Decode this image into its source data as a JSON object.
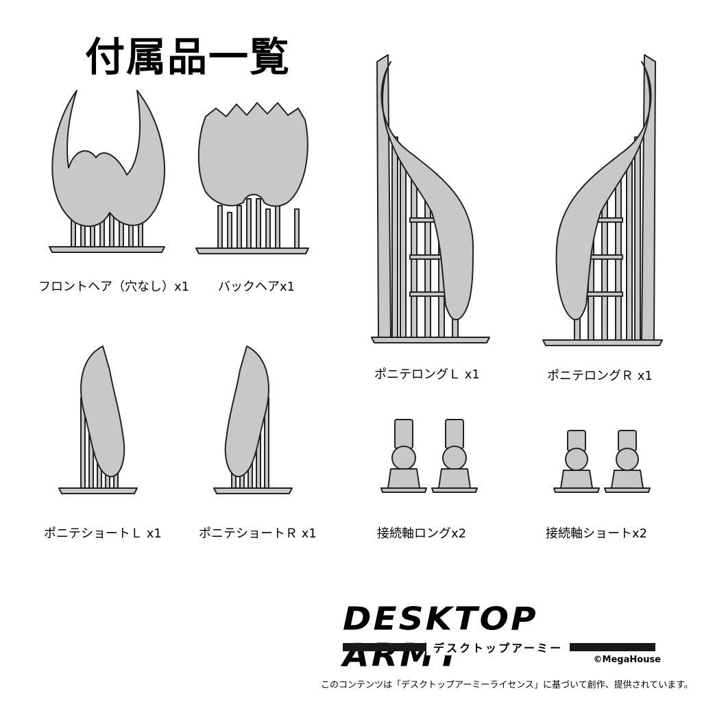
{
  "title": "付属品一覧",
  "items": [
    {
      "label": "フロントヘア（穴なし）x1"
    },
    {
      "label": "バックヘアx1"
    },
    {
      "label": "ポニテロングＬ x1"
    },
    {
      "label": "ポニテロングＲ x1"
    },
    {
      "label": "ポニテショートＬ x1"
    },
    {
      "label": "ポニテショートＲ x1"
    },
    {
      "label": "接続軸ロングx2"
    },
    {
      "label": "接続軸ショートx2"
    }
  ],
  "logo": {
    "main": "DESKTOP ARMY",
    "sub": "デスクトップアーミー"
  },
  "copyright": "©MegaHouse",
  "license_note": "このコンテンツは「デスクトップアーミーライセンス」に基づいて創作、提供されています。",
  "colors": {
    "part_fill": "#c8c8c8",
    "outline": "#222222",
    "background": "#ffffff"
  }
}
